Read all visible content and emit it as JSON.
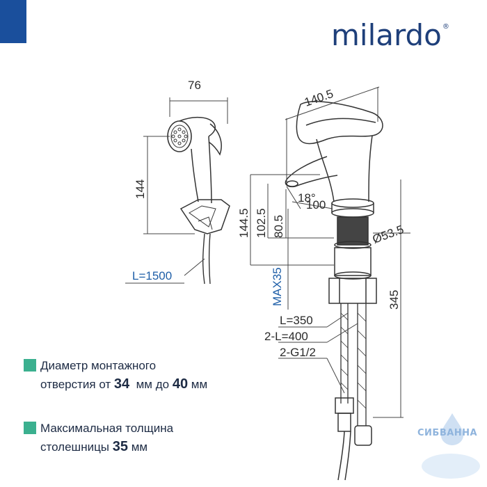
{
  "brand": {
    "name": "milardo",
    "mark": "®"
  },
  "dimensions": {
    "handshower_width": "76",
    "handshower_height": "144",
    "hose_length": "L=1500",
    "faucet_length": "140.5",
    "spout_angle": "18°",
    "spout_reach": "100",
    "height_total": "144.5",
    "height_spout": "102.5",
    "height_outlet": "80.5",
    "body_diameter": "Ø53.5",
    "max_thickness": "MAX35",
    "below_height": "345",
    "flex_hose_1": "L=350",
    "flex_hose_2": "2-L=400",
    "thread": "2-G1/2"
  },
  "features": [
    {
      "line1": "Диаметр монтажного",
      "line2_pre": "отверстия от ",
      "v1": "34",
      "mid": "  мм до ",
      "v2": "40",
      "post": " мм"
    },
    {
      "line1": "Максимальная толщина",
      "line2_pre": "столешницы ",
      "v1": "35",
      "post": " мм"
    }
  ],
  "watermark": {
    "text": "СИБВАННА"
  },
  "colors": {
    "brand": "#1e3f7a",
    "corner": "#1a4f9c",
    "bullet": "#3bb08f",
    "accent_dim": "#1f5fa8"
  }
}
